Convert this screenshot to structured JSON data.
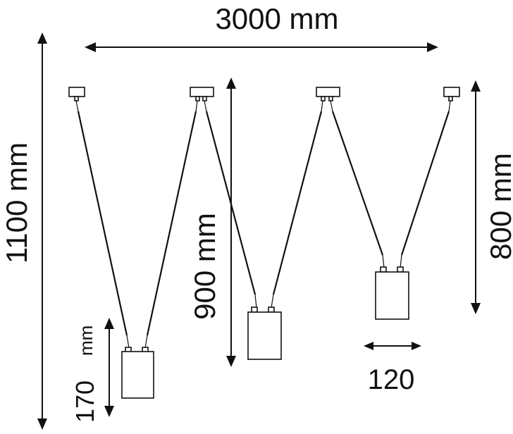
{
  "dimensions": {
    "total_width": "3000 mm",
    "total_height": "1100 mm",
    "middle_drop": "900 mm",
    "right_drop": "800 mm",
    "shade_height_value": "170",
    "shade_height_unit": "mm",
    "shade_width": "120"
  },
  "colors": {
    "line": "#111111",
    "background": "#ffffff"
  },
  "icons": [
    "arrow-icon",
    "ceiling-canopy-icon",
    "pendant-shade-icon"
  ]
}
